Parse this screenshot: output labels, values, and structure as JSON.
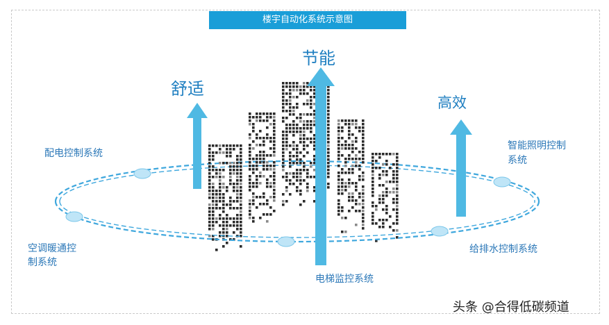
{
  "title": "楼宇自动化系统示意图",
  "goals": {
    "energy_saving": "节能",
    "comfort": "舒适",
    "efficiency": "高效"
  },
  "systems": {
    "power_distribution": "配电控制系统",
    "hvac_line1": "空调暖通控",
    "hvac_line2": "制系统",
    "elevator": "电梯监控系统",
    "water_supply": "给排水控制系统",
    "lighting_line1": "智能照明控制",
    "lighting_line2": "系统"
  },
  "watermark": "头条 @合得低碳频道",
  "colors": {
    "accent": "#1a9ed8",
    "arrow": "#4fb9e3",
    "label": "#2c78b8"
  }
}
